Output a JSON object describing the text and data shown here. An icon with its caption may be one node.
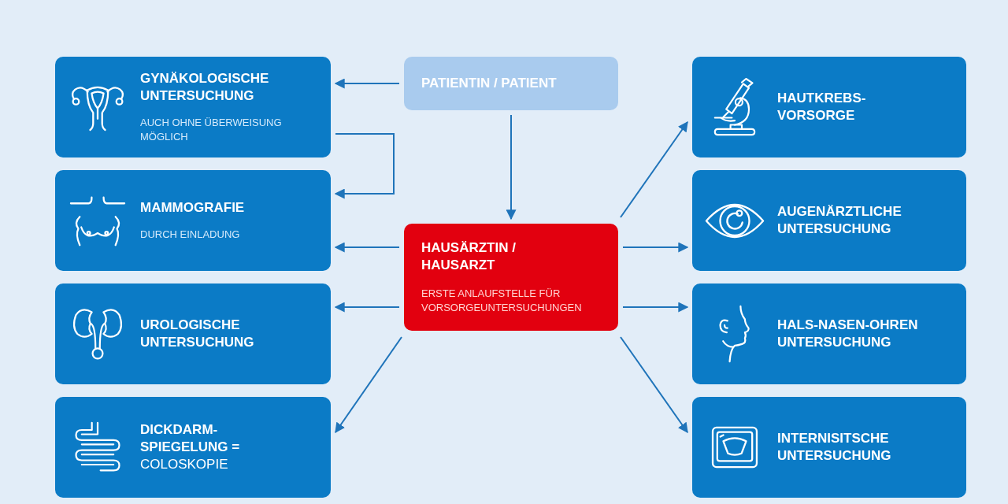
{
  "diagram": {
    "nodes": [
      {
        "text": [
          "GYNÄKOLOGISCHE UNTERSUCHUNG",
          "AUCH OHNE ÜBERWEISUNG MÖGLICH"
        ]
      },
      {
        "text": [
          "PATIENTIN / PATIENT"
        ]
      },
      {
        "text": [
          "HAUTKREBS- VORSORGE"
        ]
      },
      {
        "text": [
          "MAMMOGRAFIE",
          "DURCH EINLADUNG"
        ]
      },
      {
        "text": [
          "HAUSÄRZTIN / HAUSARZT",
          "ERSTE ANLAUFSTELLE FÜR VORSORGEUNTERSUCHUNGEN"
        ]
      },
      {
        "text": [
          "AUGENÄRZTLICHE UNTERSUCHUNG"
        ]
      },
      {
        "text": [
          "UROLOGISCHE UNTERSUCHUNG"
        ]
      },
      {
        "text": [
          "HALS-NASEN-OHREN UNTERSUCHUNG"
        ]
      },
      {
        "text": [
          "**DICKDARM- SPIEGELUNG =** COLOSKOPIE"
        ]
      },
      {
        "text": [
          "INTERNISITSCHE UNTERSUCHUNG"
        ]
      }
    ],
    "edges": [
      {
        "from": 1,
        "to": 0,
        "arrow": "to"
      },
      {
        "from": 1,
        "to": 4,
        "arrow": "to"
      },
      {
        "from": 0,
        "to": 3,
        "arrow": "to"
      },
      {
        "from": 4,
        "to": 3,
        "arrow": "to"
      },
      {
        "from": 4,
        "to": 6,
        "arrow": "to"
      },
      {
        "from": 4,
        "to": 8,
        "arrow": "to"
      },
      {
        "from": 4,
        "to": 2,
        "arrow": "to"
      },
      {
        "from": 4,
        "to": 5,
        "arrow": "to"
      },
      {
        "from": 4,
        "to": 7,
        "arrow": "to"
      },
      {
        "from": 4,
        "to": 9,
        "arrow": "to"
      }
    ]
  }
}
